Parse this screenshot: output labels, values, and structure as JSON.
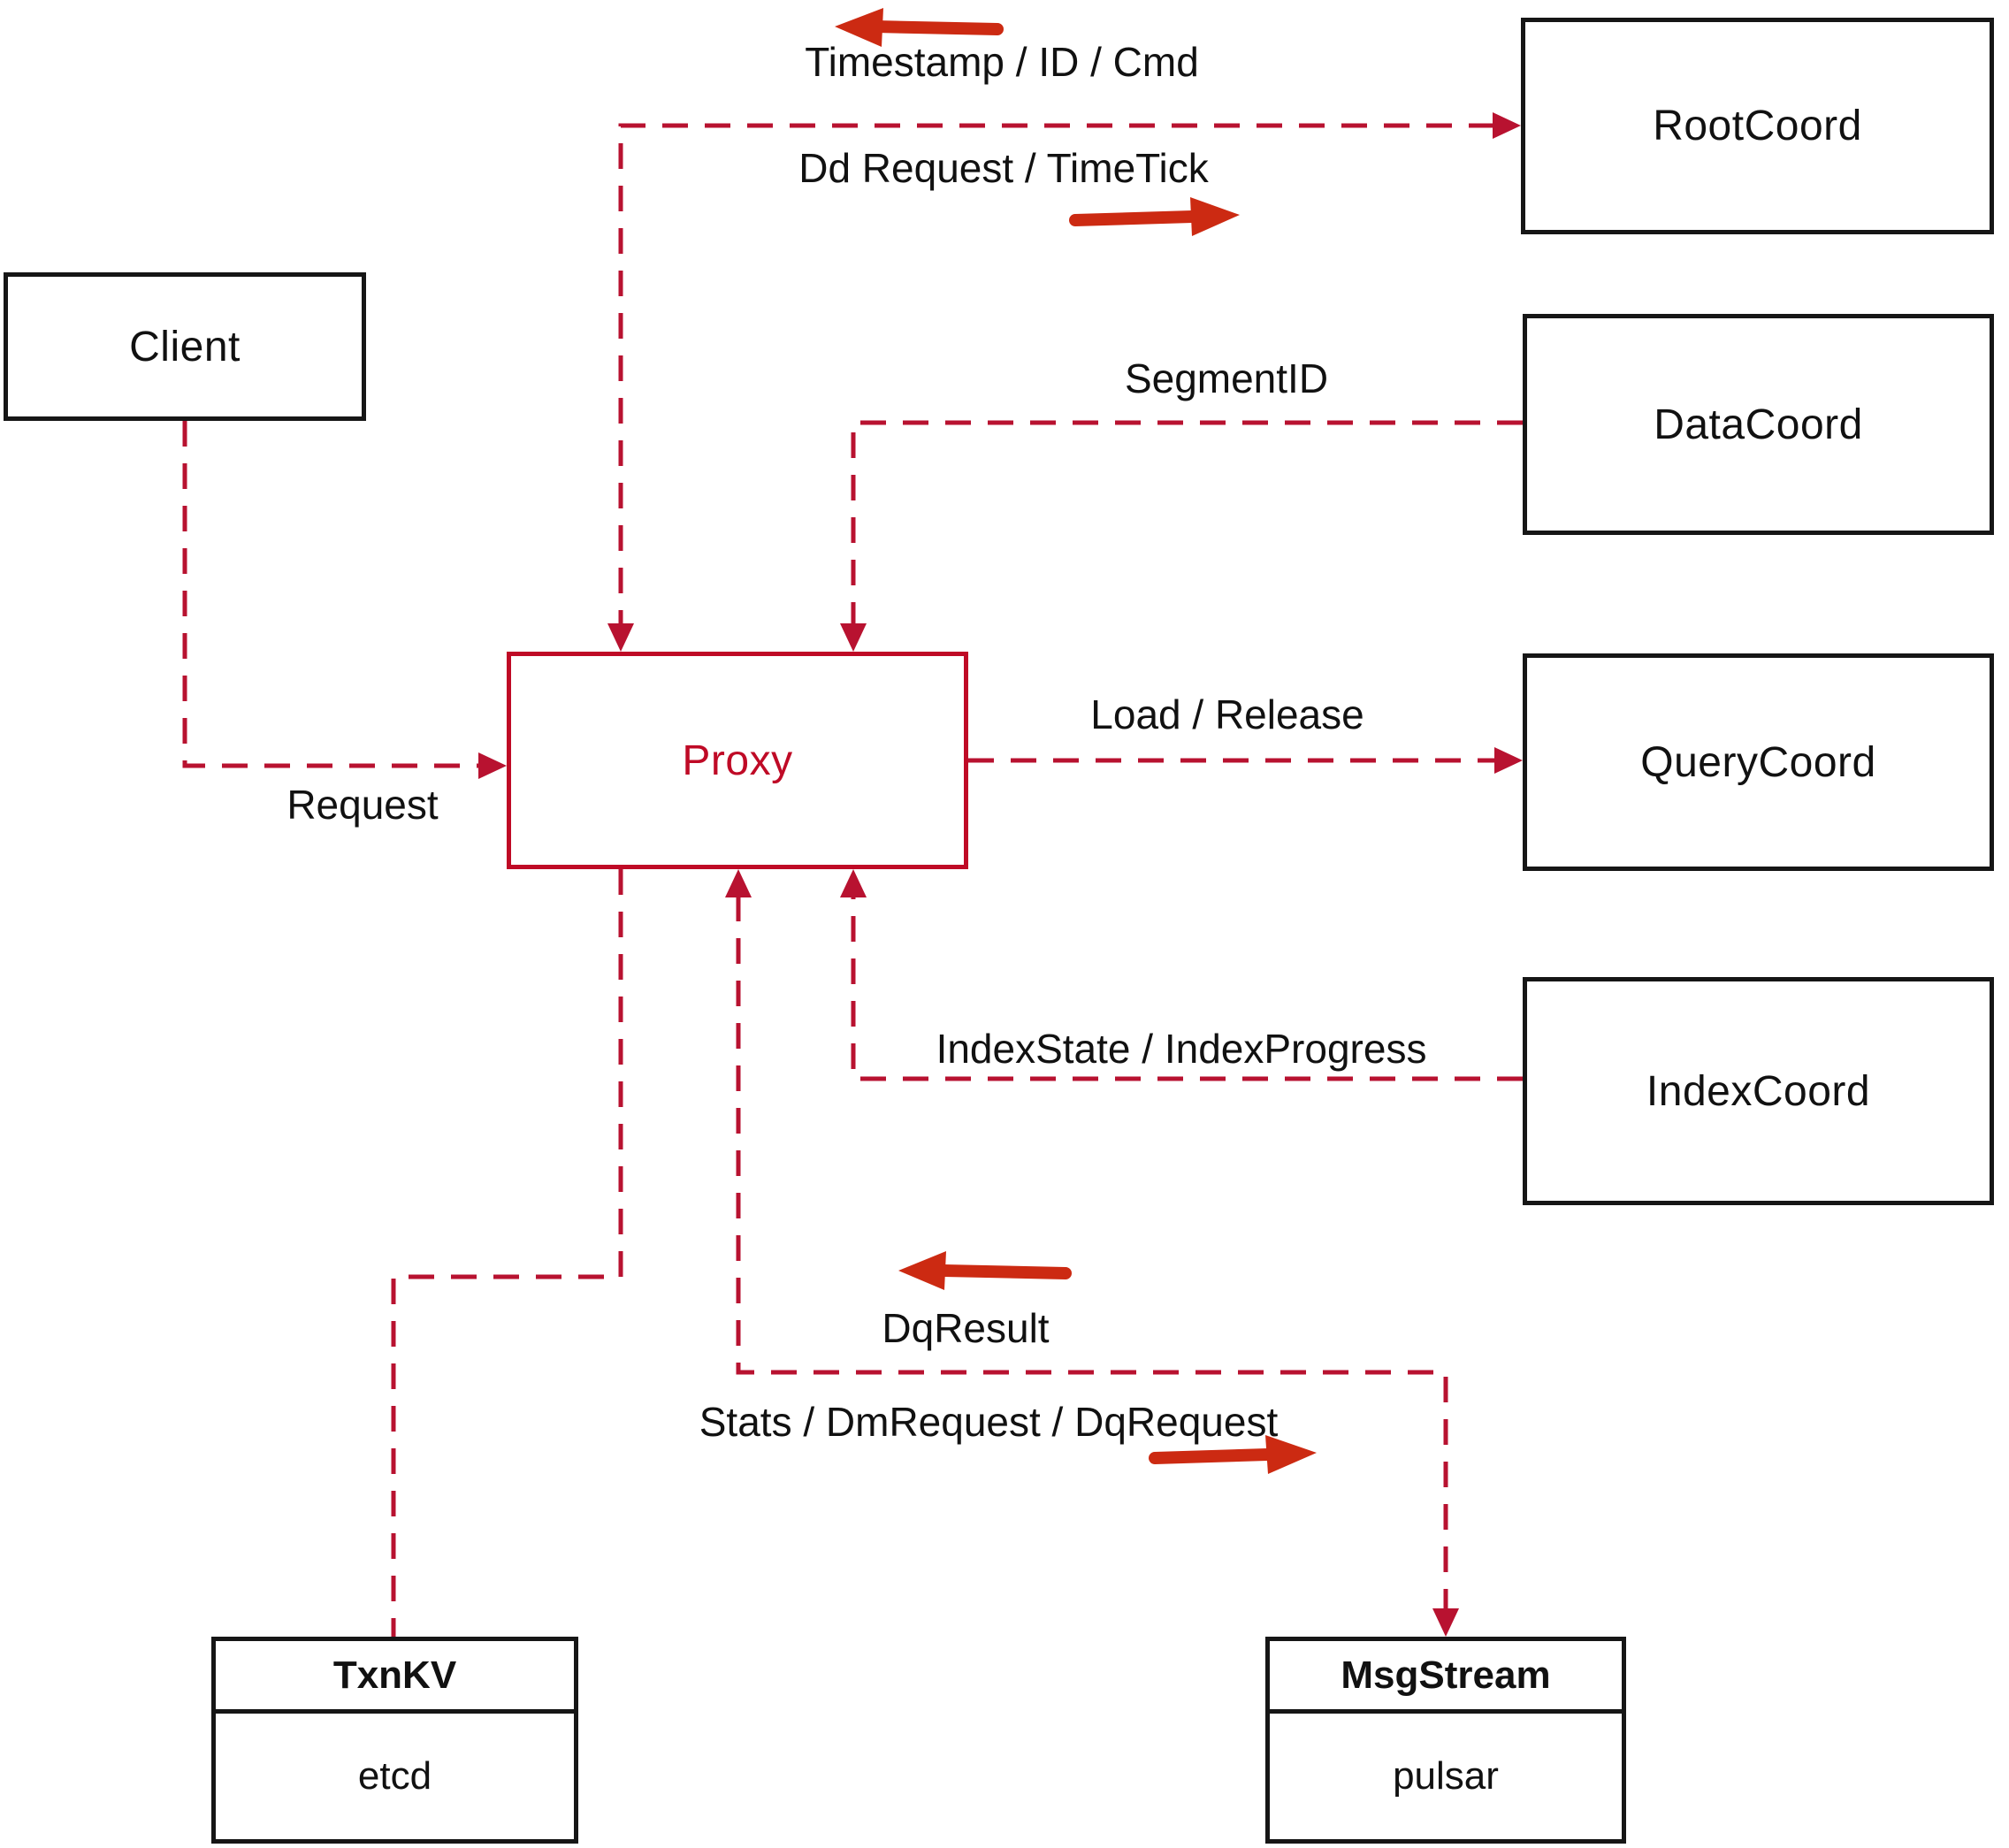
{
  "nodes": {
    "client": {
      "label": "Client"
    },
    "proxy": {
      "label": "Proxy"
    },
    "rootcoord": {
      "label": "RootCoord"
    },
    "datacoord": {
      "label": "DataCoord"
    },
    "querycoord": {
      "label": "QueryCoord"
    },
    "indexcoord": {
      "label": "IndexCoord"
    },
    "txnkv": {
      "title": "TxnKV",
      "impl": "etcd"
    },
    "msgstream": {
      "title": "MsgStream",
      "impl": "pulsar"
    }
  },
  "edges": {
    "timestamp_id_cmd": "Timestamp / ID / Cmd",
    "dd_request_timetick": "Dd Request / TimeTick",
    "segment_id": "SegmentID",
    "request": "Request",
    "load_release": "Load / Release",
    "index_state_progress": "IndexState / IndexProgress",
    "dq_result": "DqResult",
    "stats_dm_dq": "Stats / DmRequest / DqRequest"
  },
  "colors": {
    "dashed_line": "#b81230",
    "solid_arrow": "#cc2a12",
    "proxy_accent": "#bf0a26",
    "node_border": "#161616",
    "background": "#ffffff"
  }
}
